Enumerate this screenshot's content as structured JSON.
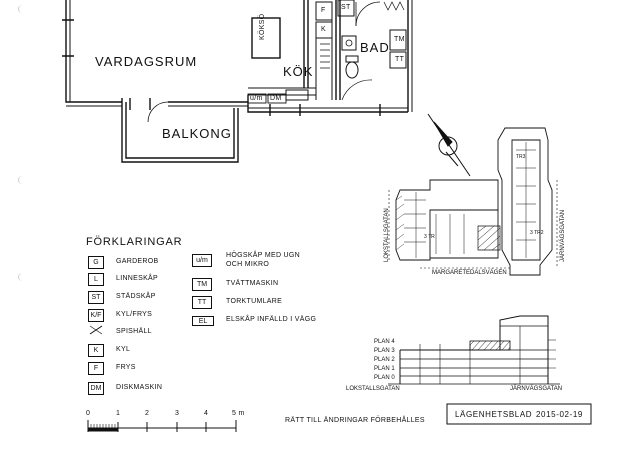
{
  "rooms": {
    "vardagsrum": "VARDAGSRUM",
    "kok": "KÖK",
    "bad": "BAD",
    "balkong": "BALKONG",
    "kokso": "KÖKSÖ"
  },
  "fixtures": {
    "st": "ST",
    "f": "F",
    "k": "K",
    "tm": "TM",
    "tt": "TT",
    "um": "u/m",
    "dm": "DM"
  },
  "legend": {
    "title": "FÖRKLARINGAR",
    "items": [
      {
        "code": "G",
        "text": "GARDEROB"
      },
      {
        "code": "L",
        "text": "LINNESKÅP"
      },
      {
        "code": "ST",
        "text": "STÄDSKÅP"
      },
      {
        "code": "K/F",
        "text": "KYL/FRYS"
      },
      {
        "code": "",
        "text": "SPISHÄLL"
      },
      {
        "code": "K",
        "text": "KYL"
      },
      {
        "code": "F",
        "text": "FRYS"
      },
      {
        "code": "DM",
        "text": "DISKMASKIN"
      }
    ],
    "items2": [
      {
        "code": "u/m",
        "text": "HÖGSKÅP MED UGN OCH MIKRO"
      },
      {
        "code": "TM",
        "text": "TVÄTTMASKIN"
      },
      {
        "code": "TT",
        "text": "TORKTUMLARE"
      },
      {
        "code": "EL",
        "text": "ELSKÅP INFÄLLD I VÄGG"
      }
    ]
  },
  "scale": {
    "ticks": [
      "0",
      "1",
      "2",
      "3",
      "4",
      "5 m"
    ],
    "note": "RÄTT TILL ÄNDRINGAR FÖRBEHÅLLES"
  },
  "site": {
    "street_left": "LOKSTALLSGATAN",
    "street_right": "JÄRNVÄGSGATAN",
    "street_bottom": "MARGARETEDALSVÄGEN",
    "marker_a": "3 TR",
    "marker_b": "3 TR2",
    "marker_c": "TR3"
  },
  "section": {
    "floors": [
      "PLAN 4",
      "PLAN 3",
      "PLAN 2",
      "PLAN 1",
      "PLAN 0"
    ],
    "street_left": "LOKSTALLSGATAN",
    "street_right": "JÄRNVÄGSGATAN"
  },
  "titleblock": {
    "label": "LÄGENHETSBLAD",
    "date": "2015-02-19"
  }
}
